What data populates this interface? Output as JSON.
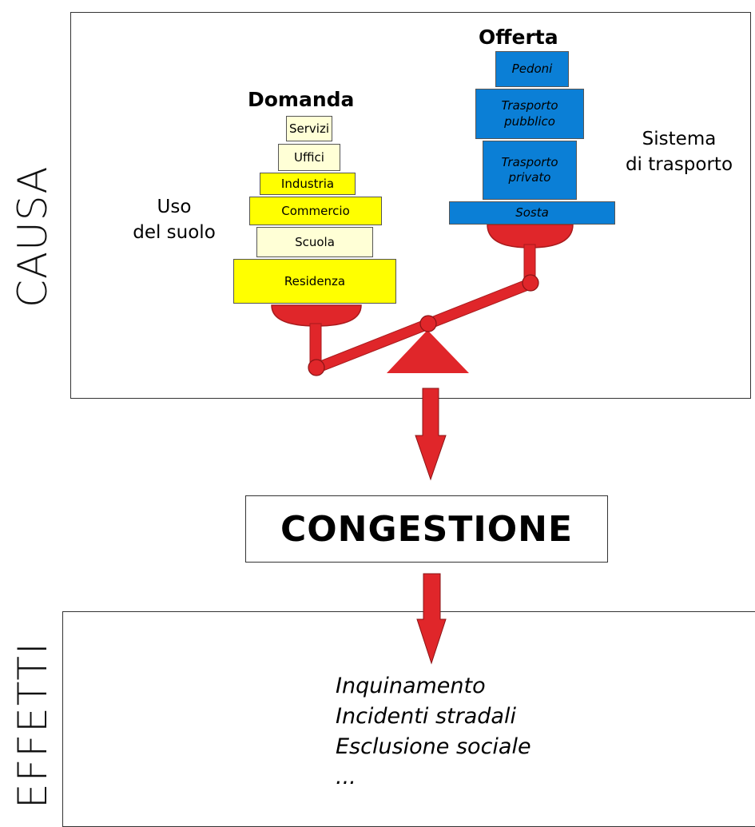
{
  "sections": {
    "cause_label": "CAUSA",
    "effects_label": "EFFETTI"
  },
  "demand": {
    "heading": "Domanda",
    "caption_line1": "Uso",
    "caption_line2": "del suolo",
    "blocks": [
      "Servizi",
      "Uffici",
      "Industria",
      "Commercio",
      "Scuola",
      "Residenza"
    ]
  },
  "supply": {
    "heading": "Offerta",
    "caption_line1": "Sistema",
    "caption_line2": "di trasporto",
    "blocks": [
      {
        "line1": "Pedoni",
        "line2": ""
      },
      {
        "line1": "Trasporto",
        "line2": "pubblico"
      },
      {
        "line1": "Trasporto",
        "line2": "privato"
      },
      {
        "line1": "Sosta",
        "line2": ""
      }
    ]
  },
  "center": {
    "title": "CONGESTIONE"
  },
  "effects": {
    "items": [
      "Inquinamento",
      "Incidenti stradali",
      "Esclusione sociale",
      "..."
    ]
  },
  "colors": {
    "accent_red": "#e0262a",
    "demand_yellow": "#ffff00",
    "demand_pale": "#ffffd6",
    "supply_blue": "#0b7fd6"
  }
}
